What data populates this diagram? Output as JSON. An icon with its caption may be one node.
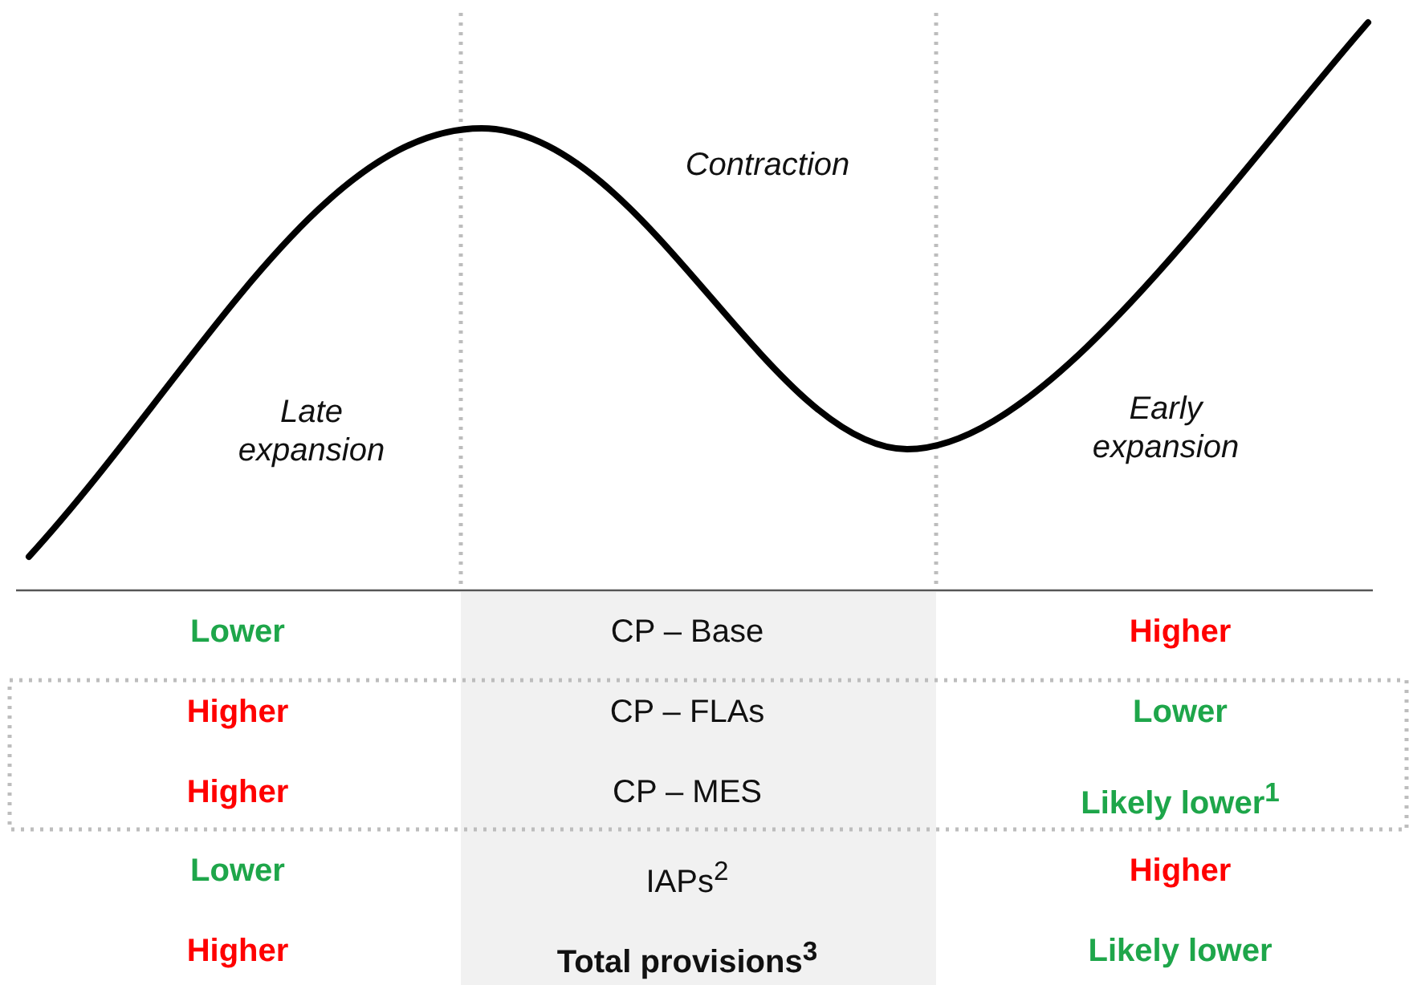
{
  "diagram": {
    "labels": [
      "Contraction",
      "Late expansion",
      "Early expansion",
      "Lower",
      "CP – Base",
      "Higher",
      "Higher",
      "CP – FLAs",
      "Lower",
      "Higher",
      "CP – MES",
      "Likely lower$^{1}$",
      "Lower",
      "IAPs$^{2}$",
      "Higher",
      "Higher",
      "Total provisions$^{3}$",
      "Likely lower"
    ]
  }
}
